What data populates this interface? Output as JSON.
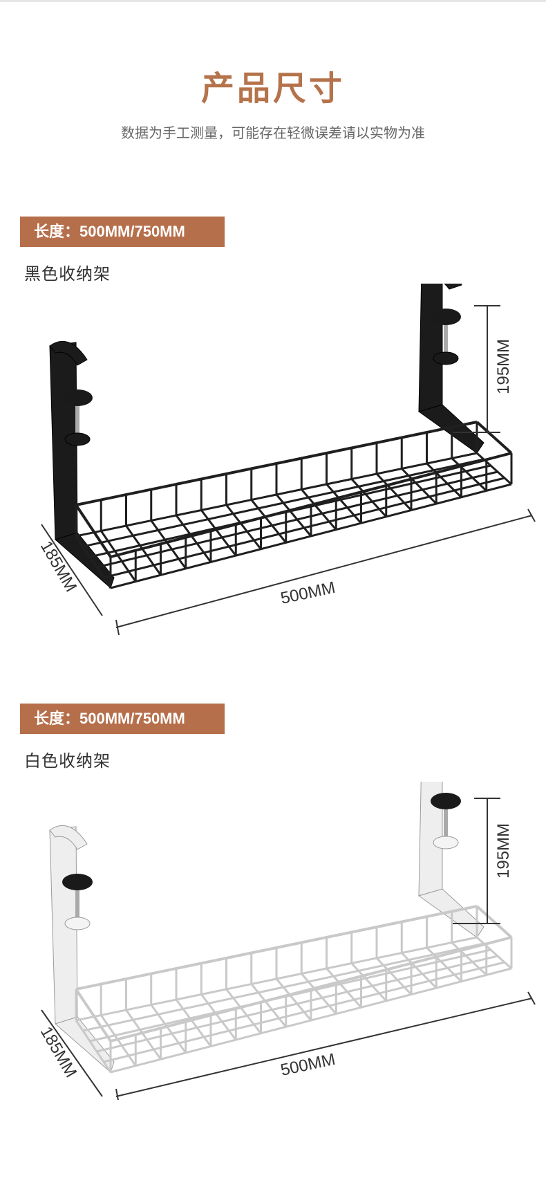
{
  "header": {
    "title": "产品尺寸",
    "subtitle": "数据为手工测量，可能存在轻微误差请以实物为准"
  },
  "sections": [
    {
      "badge": "长度：500MM/750MM",
      "label": "黑色收纳架",
      "dimensions": {
        "height": "195MM",
        "depth": "185MM",
        "length": "500MM"
      },
      "colors": {
        "frame": "#1f1f1f",
        "bracket": "#1b1b1b"
      }
    },
    {
      "badge": "长度：500MM/750MM",
      "label": "白色收纳架",
      "dimensions": {
        "height": "195MM",
        "depth": "185MM",
        "length": "500MM"
      },
      "colors": {
        "frame": "#e2e2e2",
        "bracket": "#eeeeee"
      }
    }
  ],
  "colors": {
    "accent": "#b66f4b",
    "title": "#b5734b"
  }
}
